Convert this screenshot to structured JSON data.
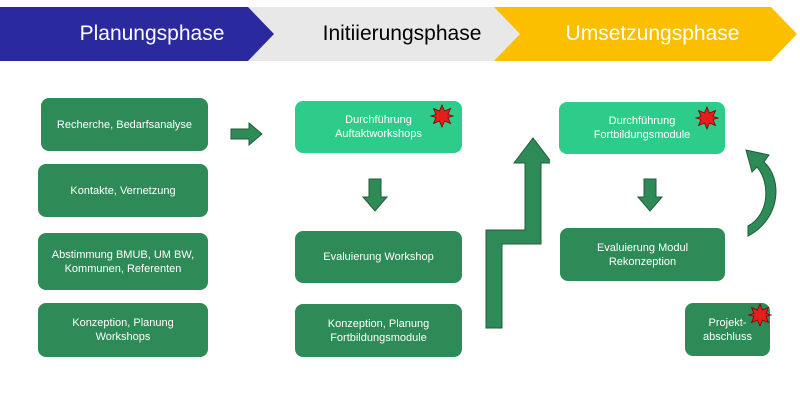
{
  "phases": [
    {
      "label": "Planungsphase"
    },
    {
      "label": "Initiierungsphase"
    },
    {
      "label": "Umsetzungsphase"
    }
  ],
  "planning": [
    {
      "line1": "Recherche, Bedarfsanalyse",
      "line2": ""
    },
    {
      "line1": "Kontakte, Vernetzung",
      "line2": ""
    },
    {
      "line1": "Abstimmung BMUB, UM BW,",
      "line2": "Kommunen, Referenten"
    },
    {
      "line1": "Konzeption, Planung",
      "line2": "Workshops"
    }
  ],
  "initiation": [
    {
      "line1": "Durchführung",
      "line2": "Auftaktworkshops"
    },
    {
      "line1": "Evaluierung Workshop",
      "line2": ""
    },
    {
      "line1": "Konzeption, Planung",
      "line2": "Fortbildungsmodule"
    }
  ],
  "implementation": [
    {
      "line1": "Durchführung",
      "line2": "Fortbildungsmodule"
    },
    {
      "line1": "Evaluierung Modul",
      "line2": "Rekonzeption"
    },
    {
      "line1": "Projekt-",
      "line2": "abschluss"
    }
  ],
  "colors": {
    "phase1": "#2a2a9e",
    "phase2": "#e8e8e8",
    "phase3": "#fbbf00",
    "box_dark": "#2e8b57",
    "box_light": "#2ecc8a",
    "arrow": "#2e8b57",
    "star": "#e81e1e"
  },
  "icons": {
    "milestone": "red-star-icon",
    "flow": "green-arrow-icon"
  }
}
